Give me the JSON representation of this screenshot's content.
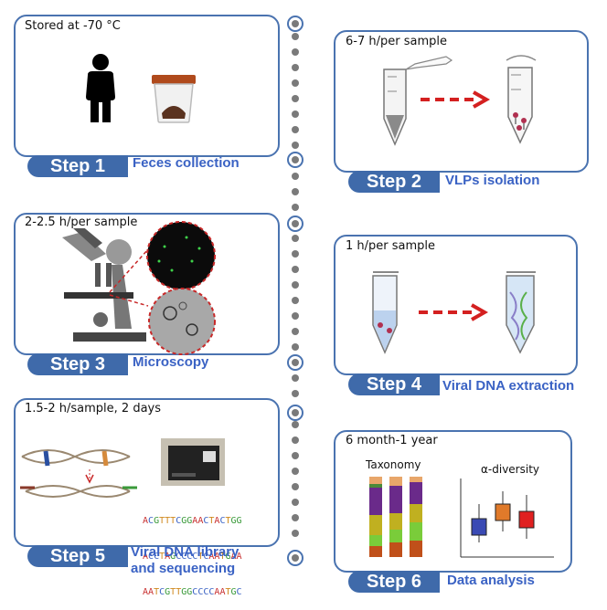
{
  "steps": [
    {
      "label": "Step 1",
      "time": "Stored at -70 °C",
      "description": "Feces collection"
    },
    {
      "label": "Step 2",
      "time": "6-7 h/per sample",
      "description": "VLPs isolation"
    },
    {
      "label": "Step 3",
      "time": "2-2.5 h/per sample",
      "description": "Microscopy"
    },
    {
      "label": "Step 4",
      "time": "1 h/per sample",
      "description": "Viral DNA extraction"
    },
    {
      "label": "Step 5",
      "time": "1.5-2 h/sample, 2 days",
      "description_line1": "Viral DNA library",
      "description_line2": "and sequencing"
    },
    {
      "label": "Step 6",
      "time": "6 month-1 year",
      "description": "Data analysis"
    }
  ],
  "sequence_lines": [
    "ACGTTTCGGAACTACTGG",
    "ACCTAGCCCCTCAATGAA",
    "AATCGTTGGCCCCAATGC"
  ],
  "analysis": {
    "taxonomy_label": "Taxonomy",
    "diversity_label": "α-diversity"
  },
  "colors": {
    "panel_border": "#4a73b0",
    "step_fill": "#3f6aaa",
    "description_text": "#3a62c4",
    "arrow_red": "#d42020"
  }
}
